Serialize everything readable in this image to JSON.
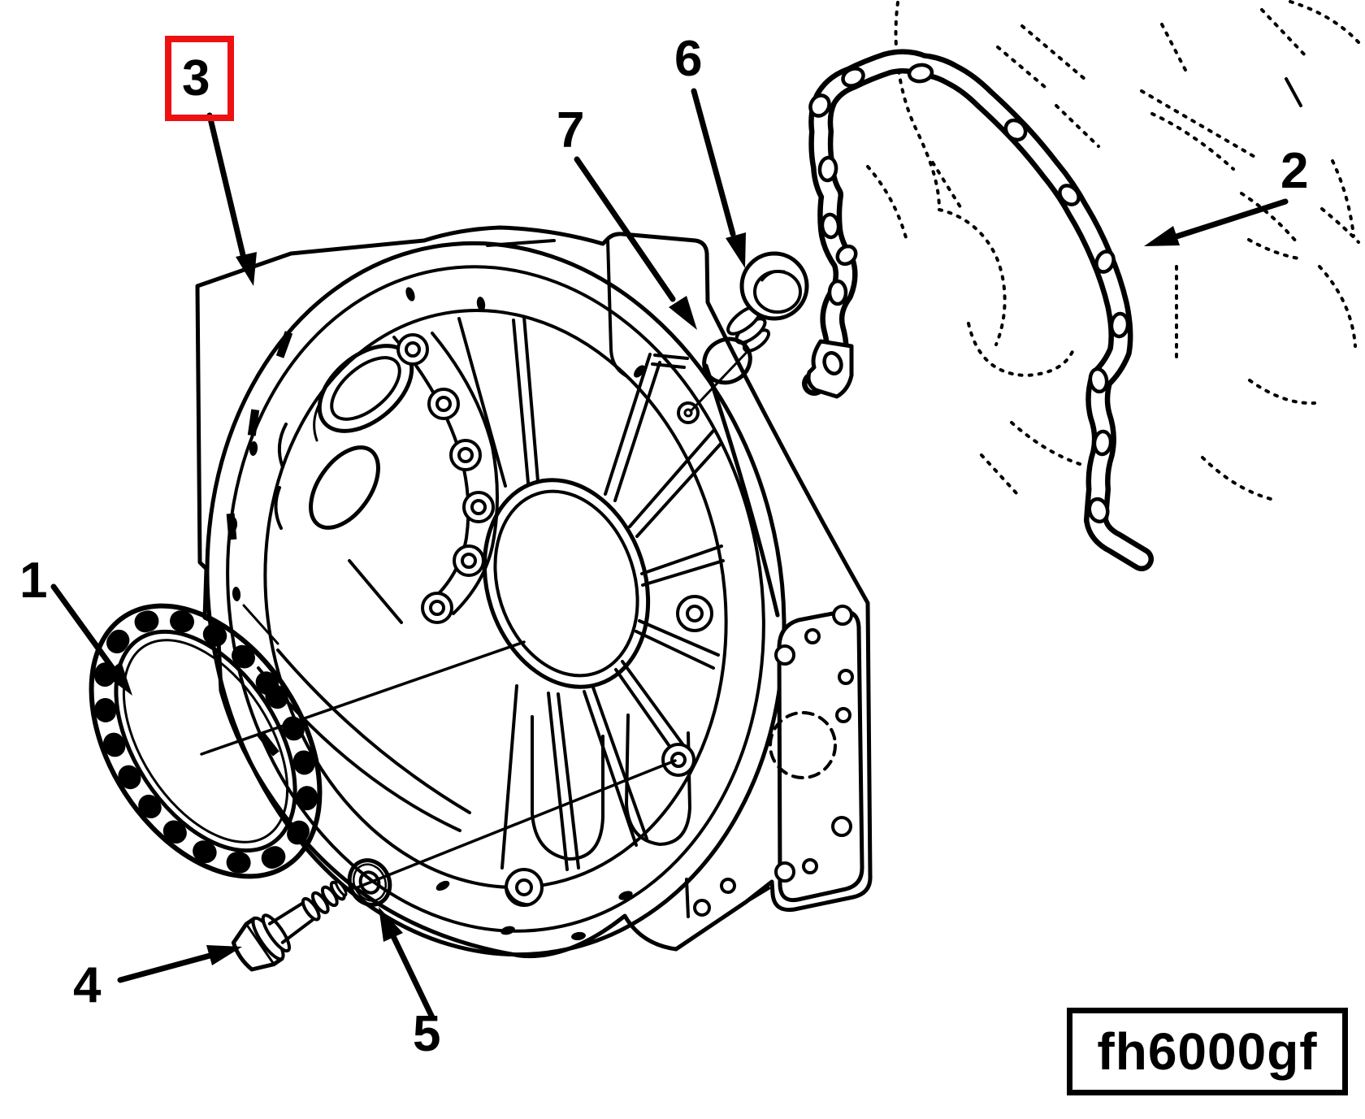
{
  "figure": {
    "code": "fh6000gf",
    "highlighted_callout": "3"
  },
  "callouts": [
    {
      "id": "1",
      "label": "1"
    },
    {
      "id": "2",
      "label": "2"
    },
    {
      "id": "3",
      "label": "3"
    },
    {
      "id": "4",
      "label": "4"
    },
    {
      "id": "5",
      "label": "5"
    },
    {
      "id": "6",
      "label": "6"
    },
    {
      "id": "7",
      "label": "7"
    }
  ],
  "colors": {
    "ink": "#000000",
    "background": "#ffffff",
    "highlight_red": "#ee1111"
  }
}
